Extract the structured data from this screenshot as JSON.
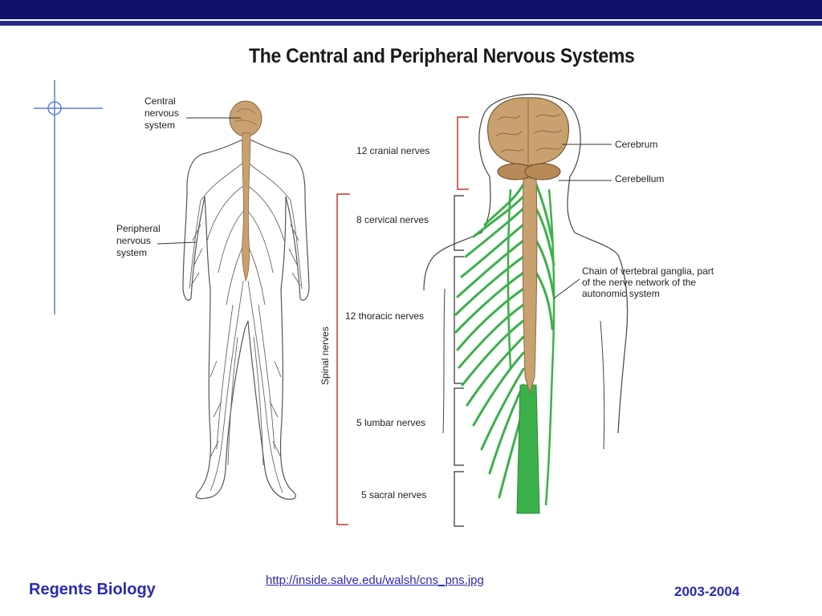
{
  "title": "The Central and Peripheral Nervous Systems",
  "figure": {
    "left_labels": {
      "cns": [
        "Central",
        "nervous",
        "system"
      ],
      "pns": [
        "Peripheral",
        "nervous",
        "system"
      ]
    },
    "nerve_groups": [
      "12 cranial nerves",
      "8 cervical nerves",
      "12 thoracic nerves",
      "5 lumbar nerves",
      "5 sacral nerves"
    ],
    "spinal_nerves_label": "Spinal nerves",
    "right_labels": {
      "cerebrum": "Cerebrum",
      "cerebellum": "Cerebellum",
      "ganglia": [
        "Chain of vertebral ganglia, part",
        "of the nerve network of the",
        "autonomic system"
      ]
    }
  },
  "footer": {
    "course": "Regents Biology",
    "source_url": "http://inside.salve.edu/walsh/cns_pns.jpg",
    "year": "2003-2004"
  },
  "colors": {
    "banner": "#11116b",
    "footer_text": "#2a2ab0",
    "nerve_green": "#3cb04a",
    "cns_tan": "#c9a070",
    "bracket_red": "#c0392b"
  }
}
